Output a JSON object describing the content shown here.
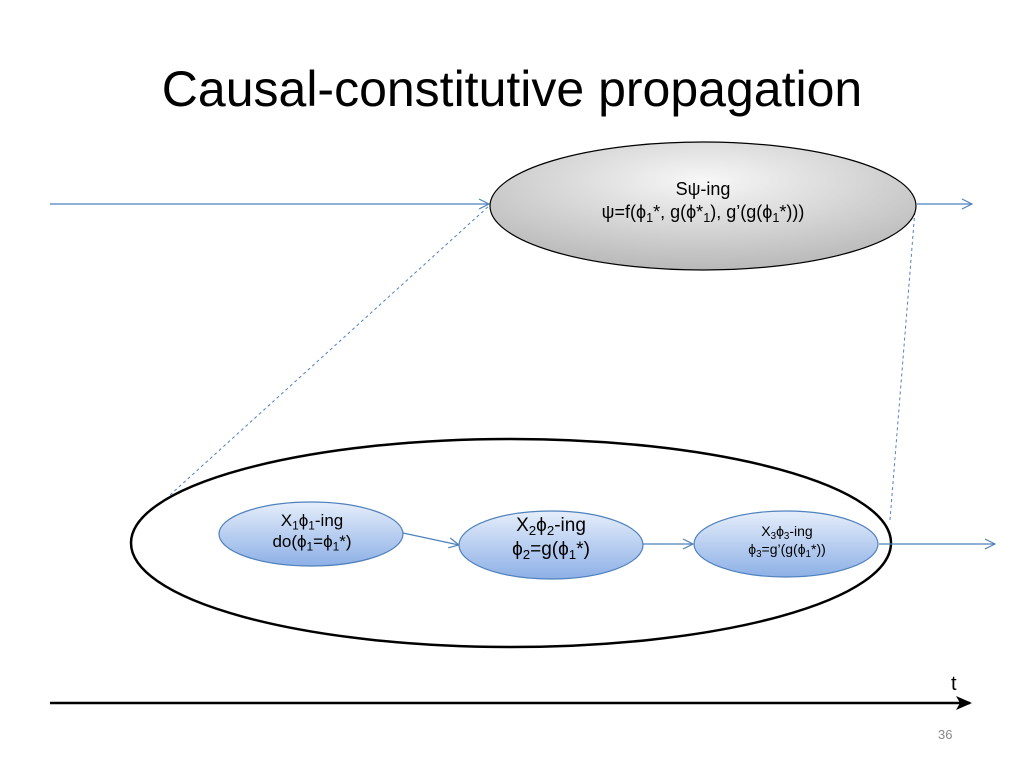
{
  "slide": {
    "title": "Causal-constitutive propagation",
    "page_number": "36"
  },
  "diagram": {
    "top_node": {
      "line1": "Sψ-ing",
      "line2_prefix": "ψ=f(ϕ",
      "line2_sub1": "1",
      "line2_mid1": "*, g(ϕ*",
      "line2_sub2": "1",
      "line2_mid2": "), g’(g(ϕ",
      "line2_sub3": "1",
      "line2_end": "*)))"
    },
    "node_x1": {
      "a": "X",
      "a_sub": "1",
      "b": "ϕ",
      "b_sub": "1",
      "c": "-ing",
      "d": "do(ϕ",
      "d_sub": "1",
      "e": "=ϕ",
      "e_sub": "1",
      "f": "*)"
    },
    "node_x2": {
      "a": "X",
      "a_sub": "2",
      "b": "ϕ",
      "b_sub": "2",
      "c": "-ing",
      "d": "ϕ",
      "d_sub": "2",
      "e": "=g(ϕ",
      "e_sub": "1",
      "f": "*)"
    },
    "node_x3": {
      "a": "X",
      "a_sub": "3",
      "b": "ϕ",
      "b_sub": "3",
      "c": "-ing",
      "d": "ϕ",
      "d_sub": "3",
      "e": "=g’(g(ϕ",
      "e_sub": "1",
      "f": "*))"
    },
    "axis_label": "t"
  },
  "colors": {
    "arrow_blue": "#4f81bd",
    "node_blue_light": "#dfe9f8",
    "node_blue_dark": "#8fb1e6",
    "gray_light": "#f2f2f2",
    "gray_dark": "#b0b0b0"
  }
}
